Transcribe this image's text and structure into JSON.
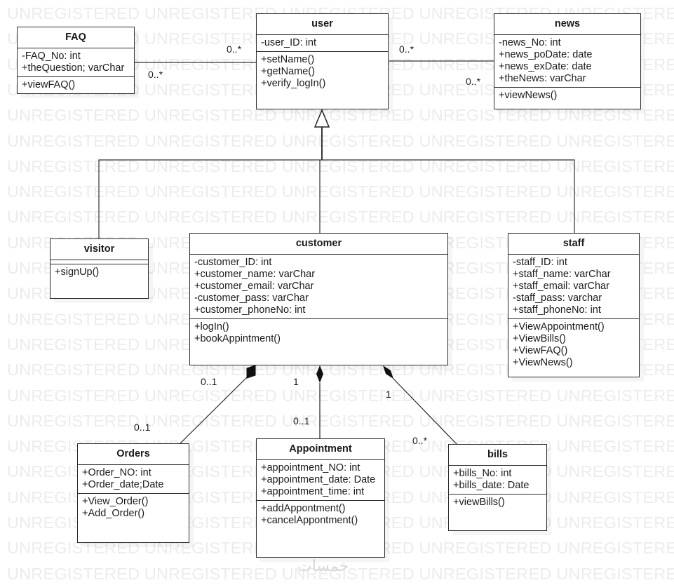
{
  "watermark": {
    "text": "UNREGISTERED",
    "rows": 23,
    "repeat": 6
  },
  "footer_mark": "خمسات",
  "classes": {
    "faq": {
      "name": "FAQ",
      "attributes": [
        "-FAQ_No: int",
        "+theQuestion; varChar"
      ],
      "operations": [
        "+viewFAQ()"
      ]
    },
    "user": {
      "name": "user",
      "attributes": [
        "-user_ID: int"
      ],
      "operations": [
        "+setName()",
        "+getName()",
        "+verify_logIn()"
      ]
    },
    "news": {
      "name": "news",
      "attributes": [
        "-news_No: int",
        "+news_poDate: date",
        "+news_exDate: date",
        "+theNews: varChar"
      ],
      "operations": [
        "+viewNews()"
      ]
    },
    "visitor": {
      "name": "visitor",
      "attributes": [],
      "operations": [
        "+signUp()"
      ]
    },
    "customer": {
      "name": "customer",
      "attributes": [
        "-customer_ID: int",
        "+customer_name: varChar",
        "+customer_email: varChar",
        "-customer_pass: varChar",
        "+customer_phoneNo: int"
      ],
      "operations": [
        "+logIn()",
        "+bookAppintment()"
      ]
    },
    "staff": {
      "name": "staff",
      "attributes": [
        "-staff_ID: int",
        "+staff_name: varChar",
        "+staff_email: varChar",
        "-staff_pass: varchar",
        "+staff_phoneNo: int"
      ],
      "operations": [
        "+ViewAppointment()",
        "+ViewBills()",
        "+ViewFAQ()",
        "+ViewNews()"
      ]
    },
    "orders": {
      "name": "Orders",
      "attributes": [
        "+Order_NO: int",
        "+Order_date;Date"
      ],
      "operations": [
        "+View_Order()",
        "+Add_Order()"
      ]
    },
    "appointment": {
      "name": "Appointment",
      "attributes": [
        "+appointment_NO: int",
        "+appointment_date: Date",
        "+appointment_time: int"
      ],
      "operations": [
        "+addAppontment()",
        "+cancelAppontment()"
      ]
    },
    "bills": {
      "name": "bills",
      "attributes": [
        "+bills_No: int",
        "+bills_date: Date"
      ],
      "operations": [
        "+viewBills()"
      ]
    }
  },
  "relationships": [
    {
      "type": "association",
      "from": "faq",
      "to": "user",
      "from_mult": "0..*",
      "to_mult": "0..*"
    },
    {
      "type": "association",
      "from": "user",
      "to": "news",
      "from_mult": "0..*",
      "to_mult": "0..*"
    },
    {
      "type": "generalization",
      "from": "visitor",
      "to": "user"
    },
    {
      "type": "generalization",
      "from": "customer",
      "to": "user"
    },
    {
      "type": "generalization",
      "from": "staff",
      "to": "user"
    },
    {
      "type": "composition",
      "whole": "customer",
      "part": "orders",
      "whole_mult": "0..1",
      "part_mult": "0..1"
    },
    {
      "type": "composition",
      "whole": "customer",
      "part": "appointment",
      "whole_mult": "1",
      "part_mult": "0..1"
    },
    {
      "type": "composition",
      "whole": "customer",
      "part": "bills",
      "whole_mult": "1",
      "part_mult": "0..*"
    }
  ]
}
